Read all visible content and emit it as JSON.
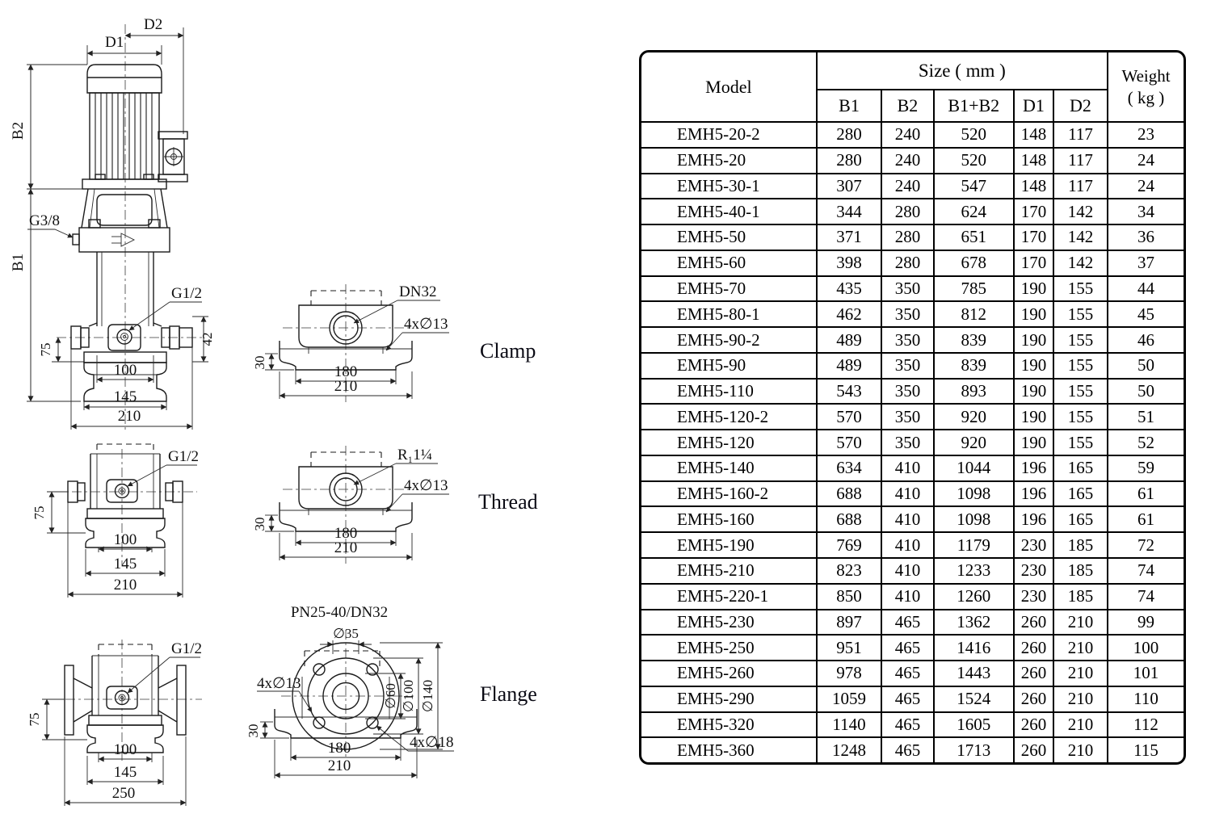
{
  "drawing": {
    "main": {
      "d1": "D1",
      "d2": "D2",
      "b1": "B1",
      "b2": "B2",
      "g38": "G3/8",
      "g12": "G1/2",
      "v42": "42",
      "v75": "75",
      "v100": "100",
      "v145": "145",
      "v210": "210"
    },
    "clamp": {
      "title": "Clamp",
      "port": "DN32",
      "holes": "4x∅13",
      "v30": "30",
      "v180": "180",
      "v210": "210"
    },
    "thread": {
      "title": "Thread",
      "port": "R₁1¼",
      "holes": "4x∅13",
      "v30": "30",
      "v180": "180",
      "v210": "210"
    },
    "flange": {
      "title": "Flange",
      "spec": "PN25-40/DN32",
      "d35": "∅35",
      "d60": "∅60",
      "d100": "∅100",
      "d140": "∅140",
      "holes": "4x∅13",
      "bolts": "4x∅18",
      "v30": "30",
      "v180": "180",
      "v210": "210"
    },
    "thread_view": {
      "g12": "G1/2",
      "v75": "75",
      "v100": "100",
      "v145": "145",
      "v210": "210"
    },
    "flange_view": {
      "g12": "G1/2",
      "v75": "75",
      "v100": "100",
      "v145": "145",
      "v250": "250"
    }
  },
  "table": {
    "headers": {
      "model": "Model",
      "size_group": "Size ( mm )",
      "b1": "B1",
      "b2": "B2",
      "b1b2": "B1+B2",
      "d1": "D1",
      "d2": "D2",
      "weight_line1": "Weight",
      "weight_line2": "( kg )"
    },
    "rows": [
      {
        "model": "EMH5-20-2",
        "b1": "280",
        "b2": "240",
        "b1b2": "520",
        "d1": "148",
        "d2": "117",
        "weight": "23"
      },
      {
        "model": "EMH5-20",
        "b1": "280",
        "b2": "240",
        "b1b2": "520",
        "d1": "148",
        "d2": "117",
        "weight": "24"
      },
      {
        "model": "EMH5-30-1",
        "b1": "307",
        "b2": "240",
        "b1b2": "547",
        "d1": "148",
        "d2": "117",
        "weight": "24"
      },
      {
        "model": "EMH5-40-1",
        "b1": "344",
        "b2": "280",
        "b1b2": "624",
        "d1": "170",
        "d2": "142",
        "weight": "34"
      },
      {
        "model": "EMH5-50",
        "b1": "371",
        "b2": "280",
        "b1b2": "651",
        "d1": "170",
        "d2": "142",
        "weight": "36"
      },
      {
        "model": "EMH5-60",
        "b1": "398",
        "b2": "280",
        "b1b2": "678",
        "d1": "170",
        "d2": "142",
        "weight": "37"
      },
      {
        "model": "EMH5-70",
        "b1": "435",
        "b2": "350",
        "b1b2": "785",
        "d1": "190",
        "d2": "155",
        "weight": "44"
      },
      {
        "model": "EMH5-80-1",
        "b1": "462",
        "b2": "350",
        "b1b2": "812",
        "d1": "190",
        "d2": "155",
        "weight": "45"
      },
      {
        "model": "EMH5-90-2",
        "b1": "489",
        "b2": "350",
        "b1b2": "839",
        "d1": "190",
        "d2": "155",
        "weight": "46"
      },
      {
        "model": "EMH5-90",
        "b1": "489",
        "b2": "350",
        "b1b2": "839",
        "d1": "190",
        "d2": "155",
        "weight": "50"
      },
      {
        "model": "EMH5-110",
        "b1": "543",
        "b2": "350",
        "b1b2": "893",
        "d1": "190",
        "d2": "155",
        "weight": "50"
      },
      {
        "model": "EMH5-120-2",
        "b1": "570",
        "b2": "350",
        "b1b2": "920",
        "d1": "190",
        "d2": "155",
        "weight": "51"
      },
      {
        "model": "EMH5-120",
        "b1": "570",
        "b2": "350",
        "b1b2": "920",
        "d1": "190",
        "d2": "155",
        "weight": "52"
      },
      {
        "model": "EMH5-140",
        "b1": "634",
        "b2": "410",
        "b1b2": "1044",
        "d1": "196",
        "d2": "165",
        "weight": "59"
      },
      {
        "model": "EMH5-160-2",
        "b1": "688",
        "b2": "410",
        "b1b2": "1098",
        "d1": "196",
        "d2": "165",
        "weight": "61"
      },
      {
        "model": "EMH5-160",
        "b1": "688",
        "b2": "410",
        "b1b2": "1098",
        "d1": "196",
        "d2": "165",
        "weight": "61"
      },
      {
        "model": "EMH5-190",
        "b1": "769",
        "b2": "410",
        "b1b2": "1179",
        "d1": "230",
        "d2": "185",
        "weight": "72"
      },
      {
        "model": "EMH5-210",
        "b1": "823",
        "b2": "410",
        "b1b2": "1233",
        "d1": "230",
        "d2": "185",
        "weight": "74"
      },
      {
        "model": "EMH5-220-1",
        "b1": "850",
        "b2": "410",
        "b1b2": "1260",
        "d1": "230",
        "d2": "185",
        "weight": "74"
      },
      {
        "model": "EMH5-230",
        "b1": "897",
        "b2": "465",
        "b1b2": "1362",
        "d1": "260",
        "d2": "210",
        "weight": "99"
      },
      {
        "model": "EMH5-250",
        "b1": "951",
        "b2": "465",
        "b1b2": "1416",
        "d1": "260",
        "d2": "210",
        "weight": "100"
      },
      {
        "model": "EMH5-260",
        "b1": "978",
        "b2": "465",
        "b1b2": "1443",
        "d1": "260",
        "d2": "210",
        "weight": "101"
      },
      {
        "model": "EMH5-290",
        "b1": "1059",
        "b2": "465",
        "b1b2": "1524",
        "d1": "260",
        "d2": "210",
        "weight": "110"
      },
      {
        "model": "EMH5-320",
        "b1": "1140",
        "b2": "465",
        "b1b2": "1605",
        "d1": "260",
        "d2": "210",
        "weight": "112"
      },
      {
        "model": "EMH5-360",
        "b1": "1248",
        "b2": "465",
        "b1b2": "1713",
        "d1": "260",
        "d2": "210",
        "weight": "115"
      }
    ]
  }
}
